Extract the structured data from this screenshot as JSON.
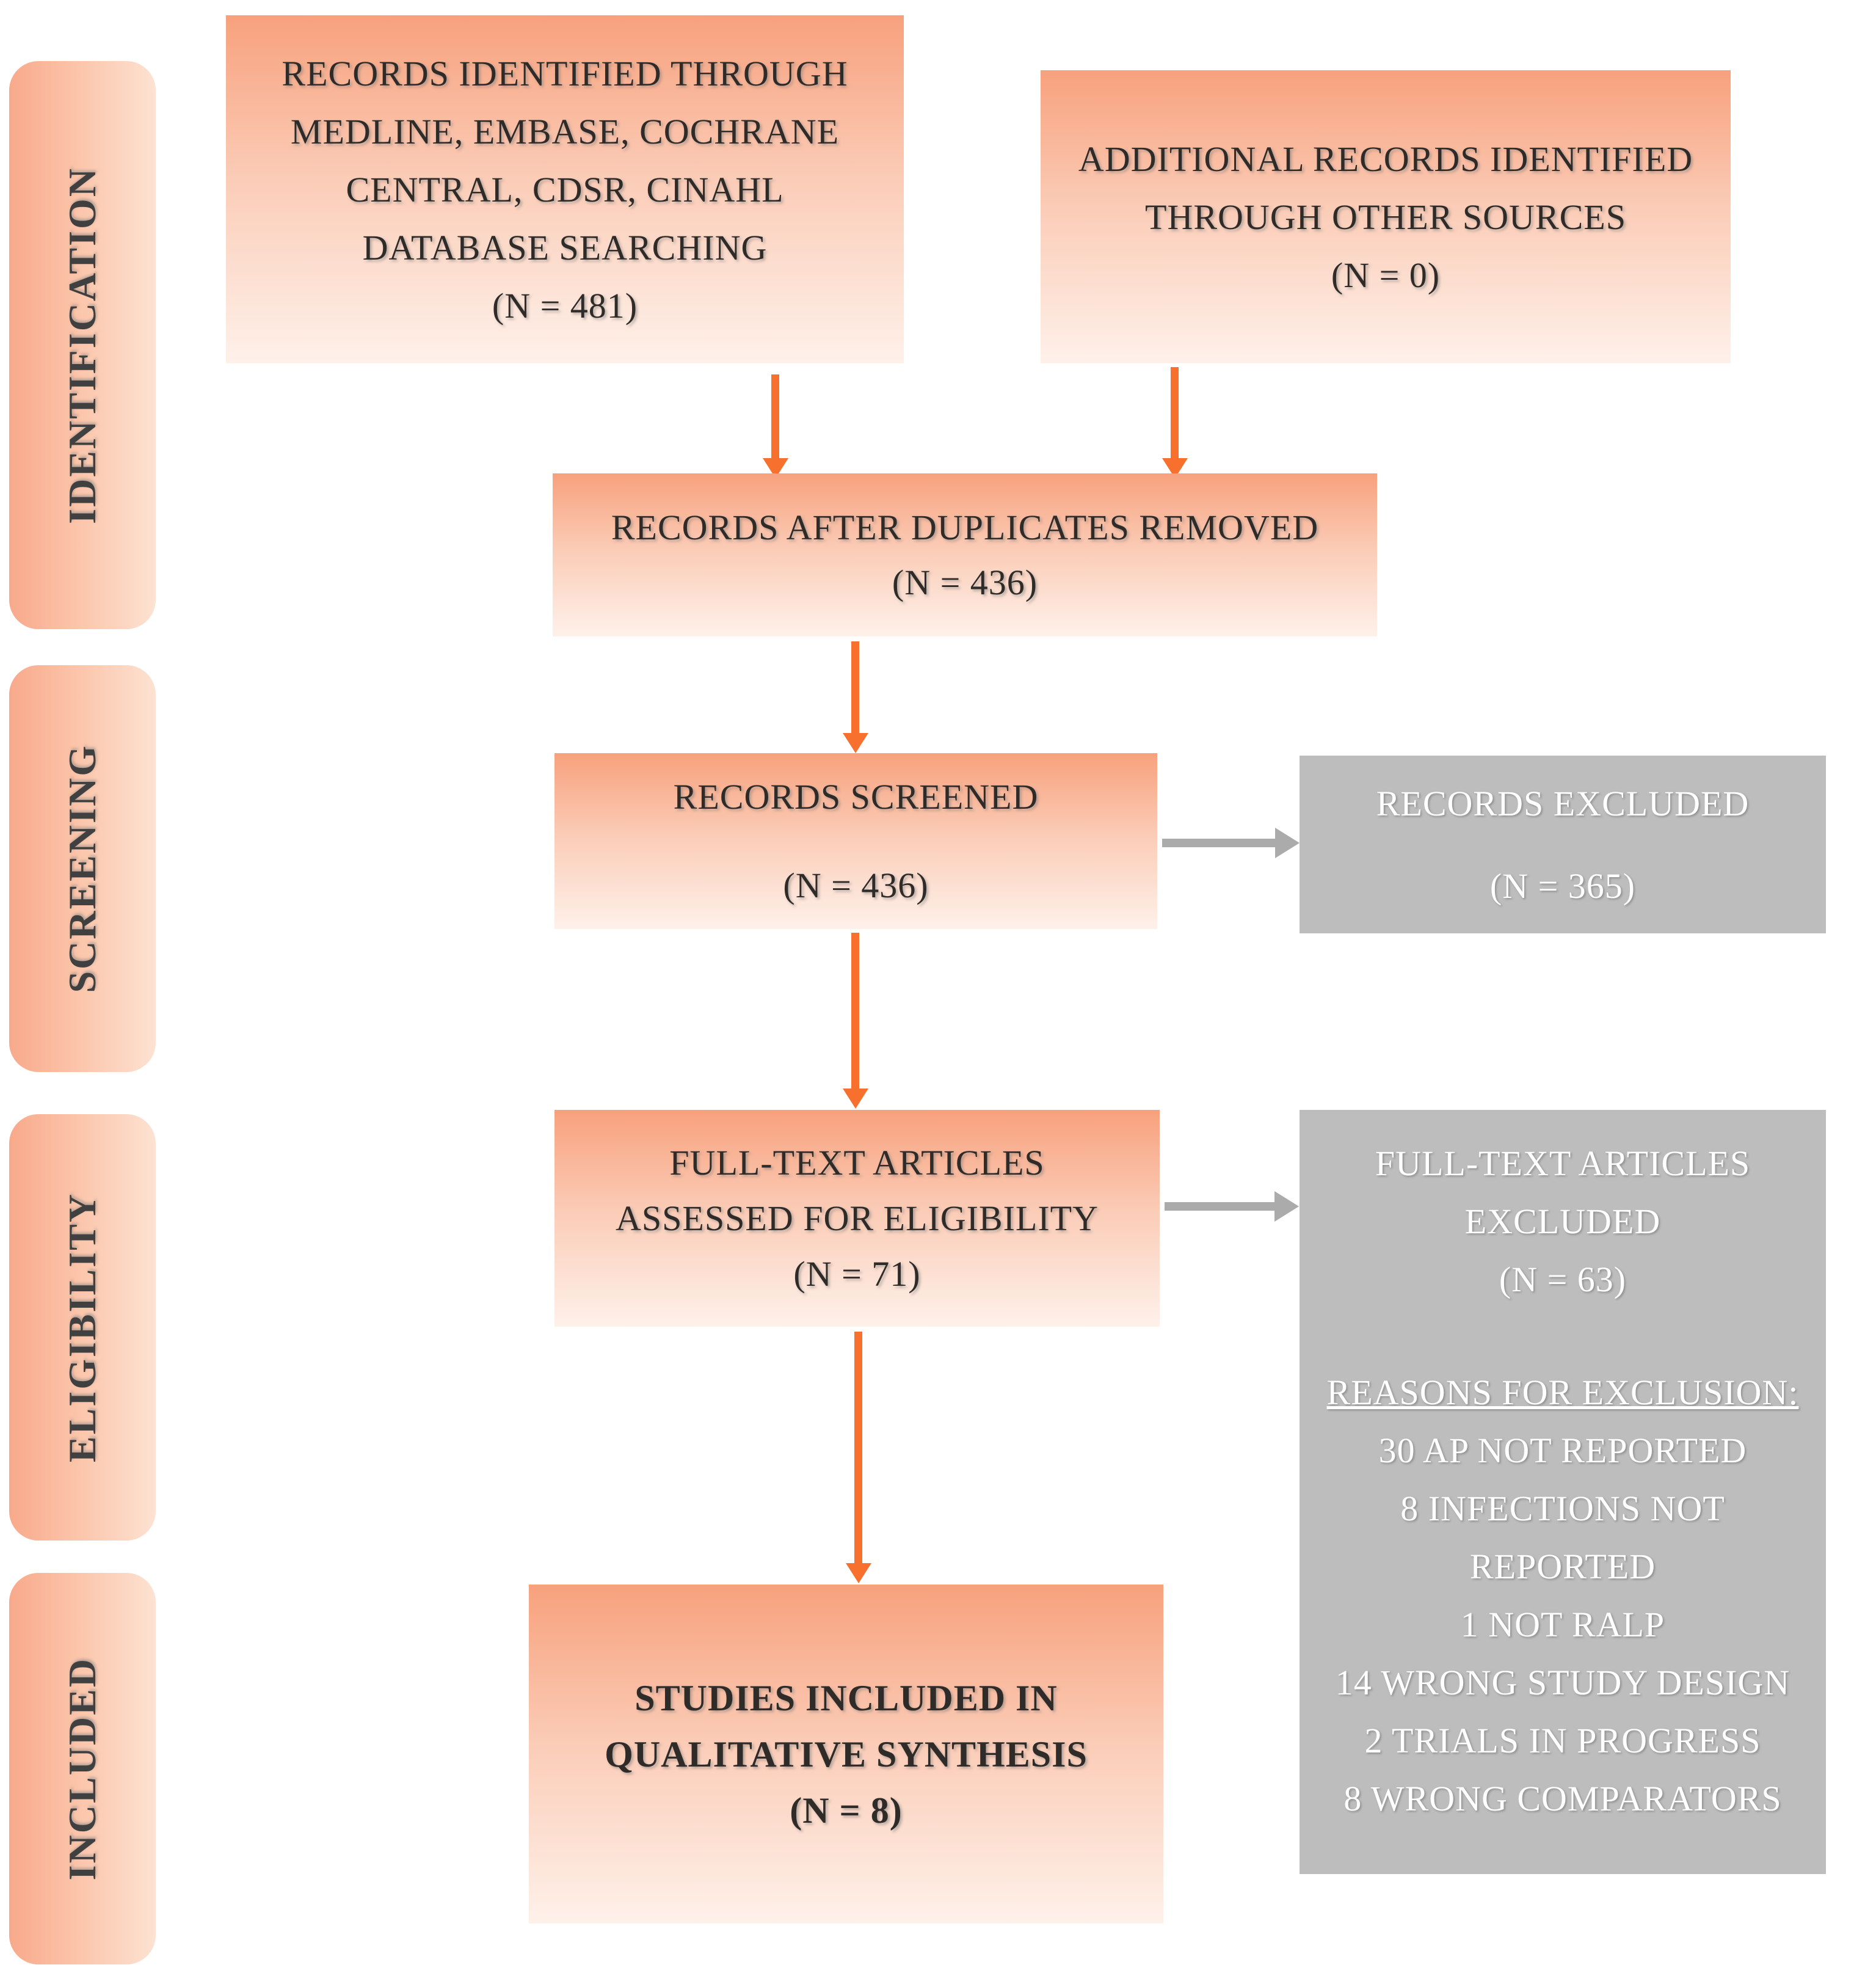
{
  "palette": {
    "peach_gradient_top": "#F7A17D",
    "peach_gradient_bottom": "#FEF1EA",
    "sidebar_gradient_left": "#F8A98B",
    "sidebar_gradient_right": "#FDE2D2",
    "gray_box": "#BDBDBD",
    "gray_arrow": "#ABABAB",
    "orange_arrow": "#F8702D",
    "dark_text": "#2F2B28",
    "light_text": "#FFFFFF"
  },
  "sidebar": {
    "stages": [
      {
        "label": "IDENTIFICATION"
      },
      {
        "label": "SCREENING"
      },
      {
        "label": "ELIGIBILITY"
      },
      {
        "label": "INCLUDED"
      }
    ]
  },
  "flow": {
    "identified": {
      "lines": [
        "RECORDS IDENTIFIED THROUGH",
        "MEDLINE, EMBASE, COCHRANE",
        "CENTRAL, CDSR, CINAHL",
        "DATABASE SEARCHING",
        "(N = 481)"
      ]
    },
    "additional": {
      "lines": [
        "ADDITIONAL RECORDS IDENTIFIED",
        "THROUGH OTHER SOURCES",
        "(N = 0)"
      ]
    },
    "duplicates_removed": {
      "lines": [
        "RECORDS AFTER DUPLICATES REMOVED",
        "(N = 436)"
      ]
    },
    "screened": {
      "lines": [
        "RECORDS SCREENED",
        "(N = 436)"
      ]
    },
    "records_excluded": {
      "lines": [
        "RECORDS EXCLUDED",
        "(N = 365)"
      ]
    },
    "fulltext_assessed": {
      "lines": [
        "FULL-TEXT ARTICLES",
        "ASSESSED FOR ELIGIBILITY",
        "(N = 71)"
      ]
    },
    "fulltext_excluded": {
      "title_lines": [
        "FULL-TEXT ARTICLES",
        "EXCLUDED",
        "(N = 63)"
      ],
      "reasons_heading": "REASONS FOR EXCLUSION:",
      "reasons": [
        "30 AP NOT REPORTED",
        "8 INFECTIONS NOT",
        "REPORTED",
        "1 NOT RALP",
        "14 WRONG STUDY DESIGN",
        "2 TRIALS IN PROGRESS",
        "8 WRONG COMPARATORS"
      ]
    },
    "included": {
      "lines": [
        "STUDIES INCLUDED IN",
        "QUALITATIVE SYNTHESIS",
        "(N = 8)"
      ]
    }
  }
}
